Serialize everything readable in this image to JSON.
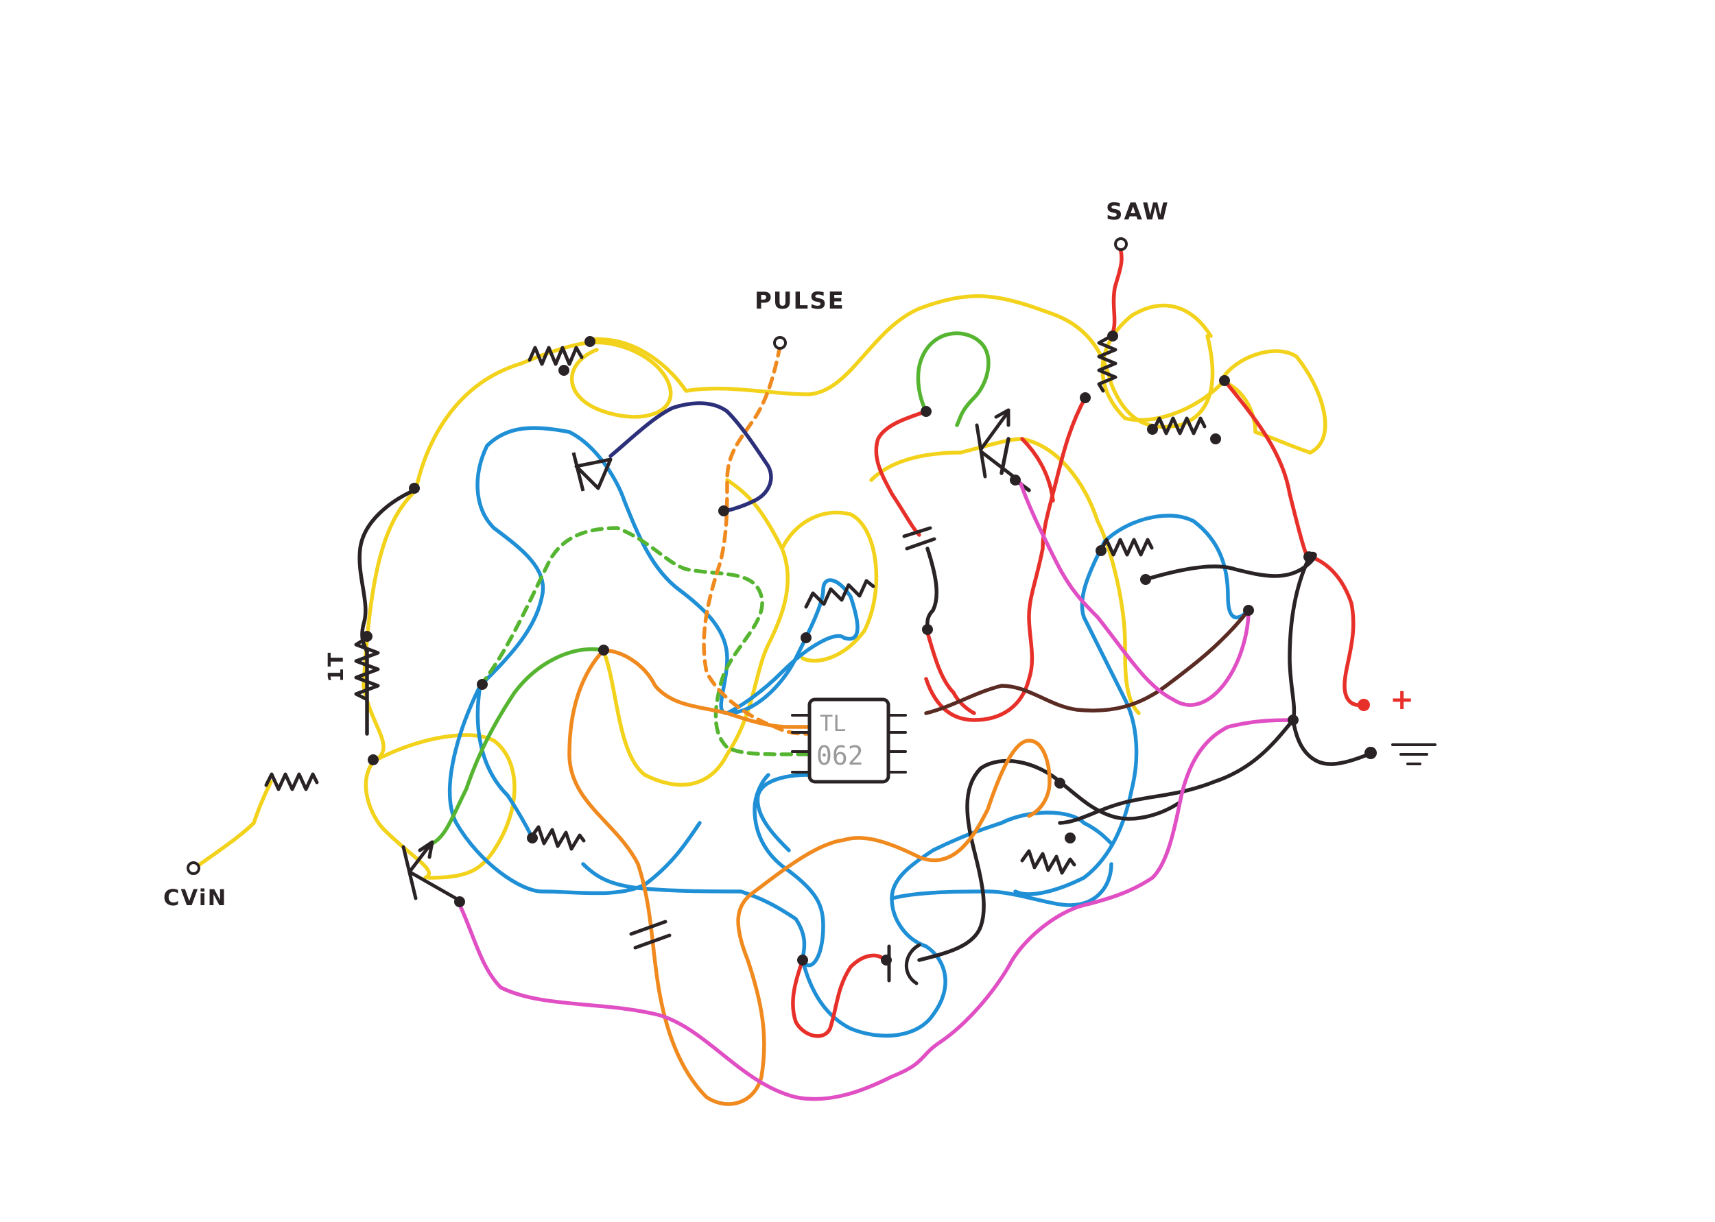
{
  "diagram": {
    "labels": {
      "pulse": "PULSE",
      "saw": "SAW",
      "cv_in": "CViN",
      "plus": "+",
      "trimmer": "1T",
      "chip_line1": "TL",
      "chip_line2": "062"
    },
    "wire_colors": {
      "yellow": "#f2d21b",
      "blue": "#1f8fd6",
      "red": "#e8302a",
      "black": "#2a2326",
      "brown": "#5a2b23",
      "green": "#55b531",
      "orange": "#f08a1f",
      "magenta": "#e04fc4",
      "navy": "#2c2f7a",
      "chip_text": "#9a9a9a"
    }
  }
}
